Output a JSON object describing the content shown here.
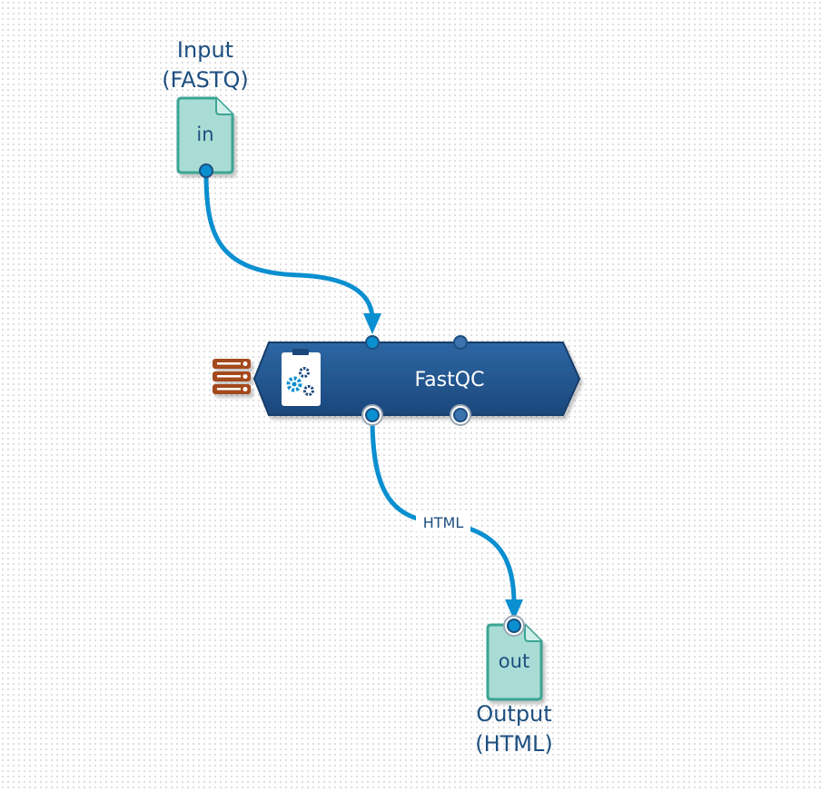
{
  "workflow": {
    "input_node": {
      "title_line1": "Input",
      "title_line2": "(FASTQ)",
      "glyph_label": "in",
      "icon": "file-icon"
    },
    "tool_node": {
      "title": "FastQC",
      "icon": "clipboard-gears-icon",
      "side_icon": "server-stack-icon"
    },
    "output_node": {
      "title_line1": "Output",
      "title_line2": "(HTML)",
      "glyph_label": "out",
      "icon": "file-icon"
    },
    "edges": [
      {
        "from": "Input (FASTQ)",
        "to": "FastQC",
        "label": ""
      },
      {
        "from": "FastQC",
        "to": "Output (HTML)",
        "label": "HTML"
      }
    ]
  },
  "colors": {
    "edge": "#0a8fd0",
    "tool_fill_top": "#2a64a0",
    "tool_fill_bottom": "#1c4a80",
    "file_fill": "#a9dcd4",
    "file_stroke": "#3aa594",
    "text": "#1d4f80",
    "server_icon": "#a4481c"
  }
}
